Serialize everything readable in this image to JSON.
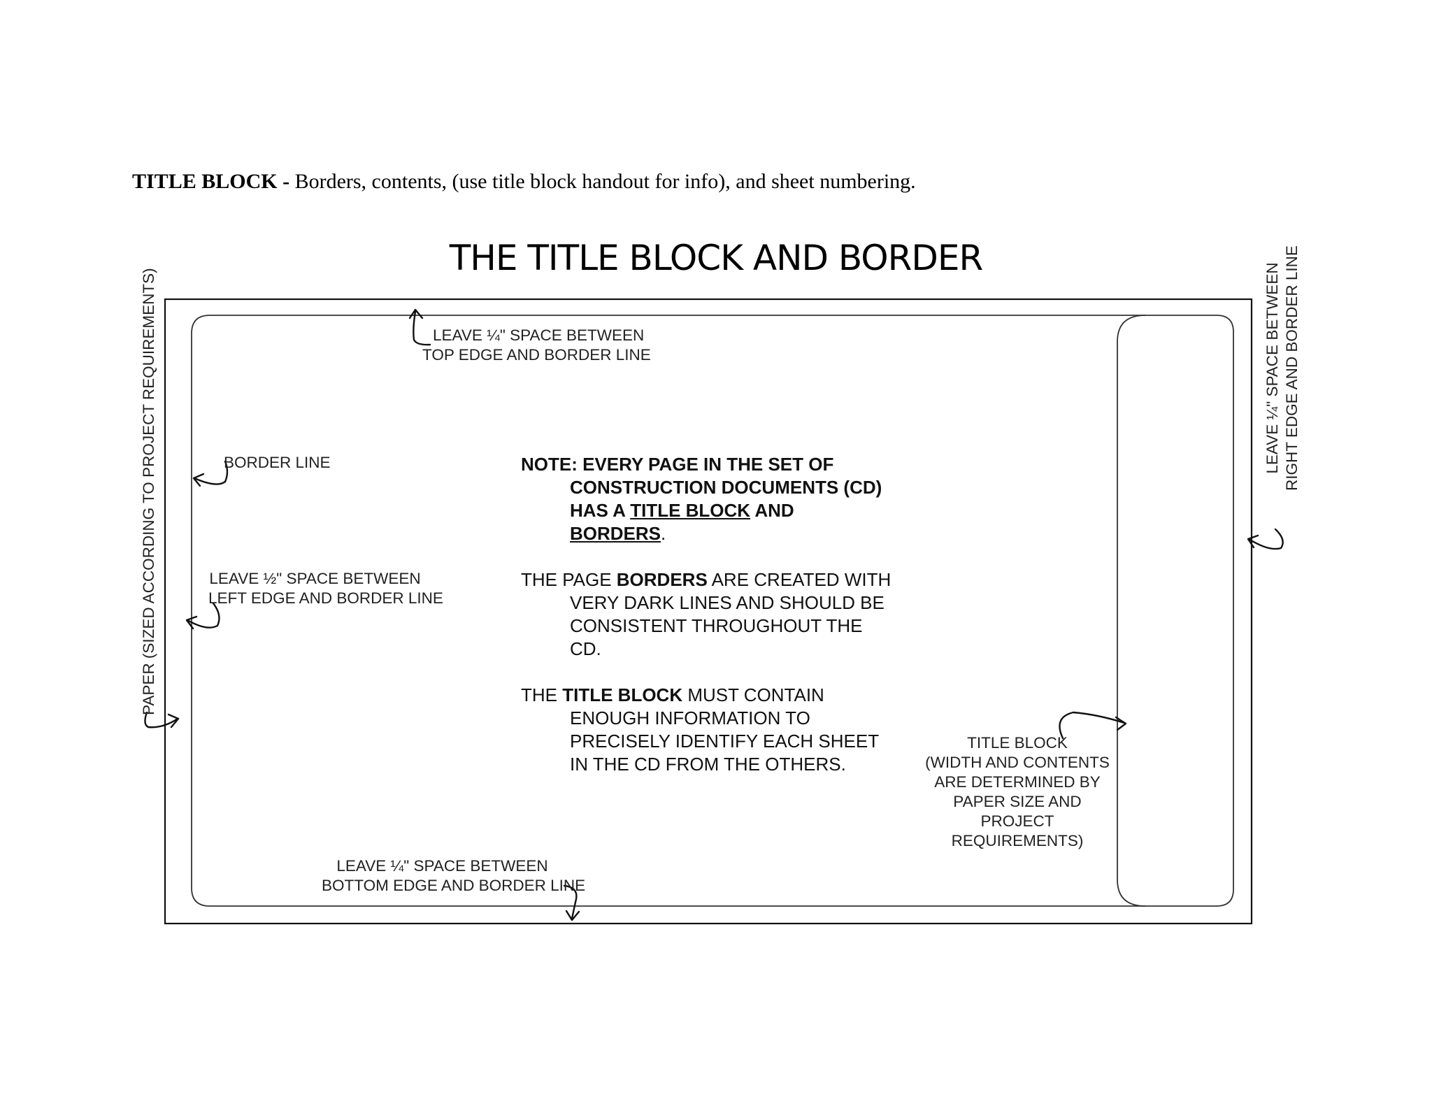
{
  "heading": {
    "bold": "TITLE BLOCK -",
    "rest": " Borders, contents, (use title block handout for info), and sheet numbering."
  },
  "title": "THE TITLE BLOCK AND BORDER",
  "labels": {
    "top_edge": [
      "LEAVE ¼\" SPACE BETWEEN",
      "TOP EDGE AND BORDER LINE"
    ],
    "border_line": "BORDER LINE",
    "left_edge": [
      "LEAVE ½\" SPACE BETWEEN",
      "LEFT EDGE AND BORDER LINE"
    ],
    "paper": "PAPER (SIZED ACCORDING TO PROJECT REQUIREMENTS)",
    "right_edge": [
      "LEAVE ¼\" SPACE BETWEEN",
      "RIGHT EDGE AND BORDER LINE"
    ],
    "bottom_edge": [
      "LEAVE ¼\" SPACE BETWEEN",
      "BOTTOM  EDGE AND BORDER LINE"
    ],
    "title_block": [
      "TITLE BLOCK",
      "(WIDTH AND CONTENTS",
      "ARE DETERMINED BY",
      "PAPER SIZE AND",
      "PROJECT",
      "REQUIREMENTS)"
    ]
  },
  "note": {
    "p1_lead": "NOTE:  EVERY PAGE IN THE SET OF",
    "p1_line2": "CONSTRUCTION DOCUMENTS (CD)",
    "p1_line3_a": "HAS A ",
    "p1_line3_u": "TITLE BLOCK",
    "p1_line3_b": " AND",
    "p1_line4_u": "BORDERS",
    "p1_line4_end": ".",
    "p2_a": "THE PAGE ",
    "p2_b": "BORDERS",
    "p2_c": " ARE CREATED WITH",
    "p2_line2": "VERY DARK LINES AND SHOULD BE",
    "p2_line3": "CONSISTENT THROUGHOUT THE",
    "p2_line4": "CD.",
    "p3_a": "THE ",
    "p3_b": "TITLE BLOCK",
    "p3_c": " MUST CONTAIN",
    "p3_line2": "ENOUGH INFORMATION TO",
    "p3_line3": "PRECISELY IDENTIFY EACH SHEET",
    "p3_line4": "IN THE CD FROM THE OTHERS."
  }
}
